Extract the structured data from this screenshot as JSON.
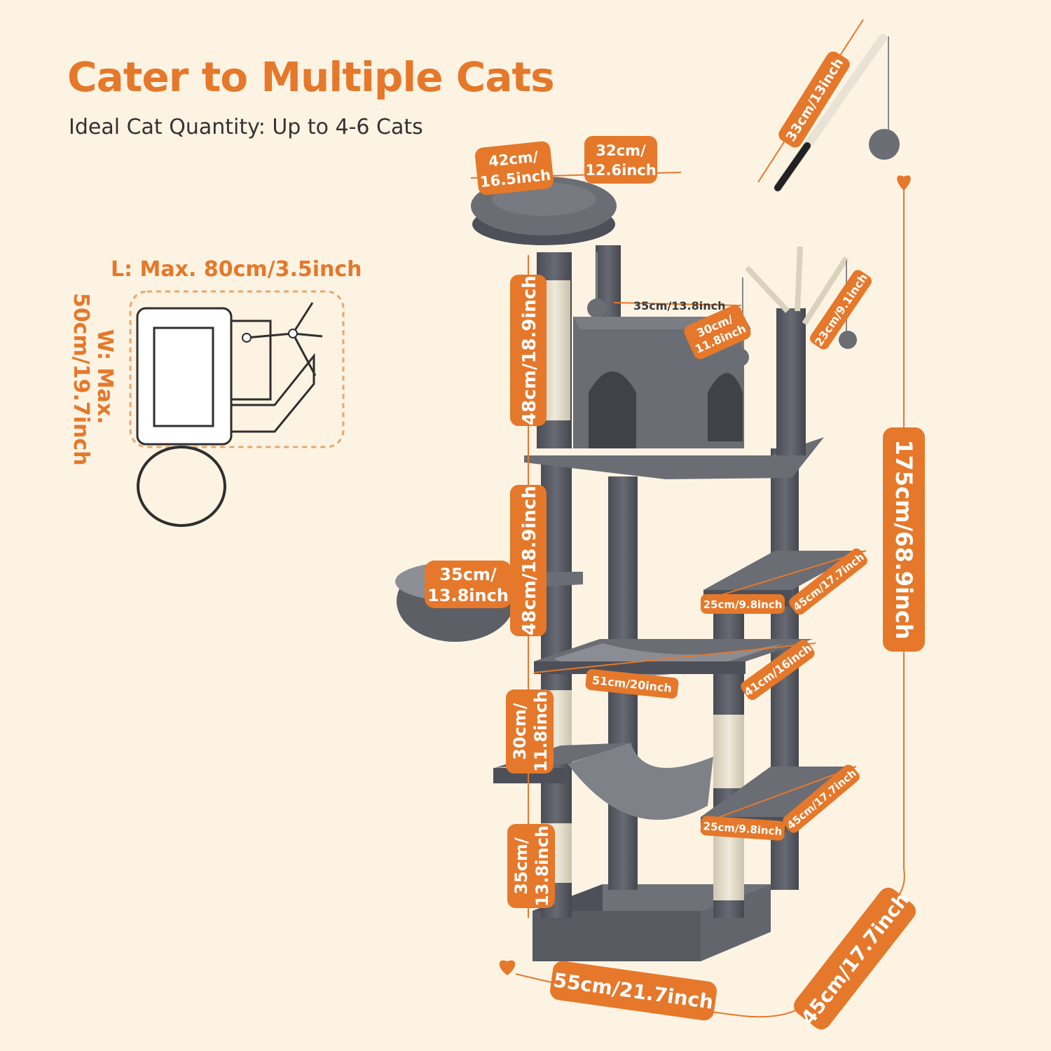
{
  "heading": {
    "title": "Cater to Multiple Cats",
    "subtitle": "Ideal Cat Quantity: Up to 4-6 Cats"
  },
  "floor_plan": {
    "length_label": "L: Max. 80cm/3.5inch",
    "width_label_1": "W: Max.",
    "width_label_2": "50cm/19.7inch"
  },
  "dimensions": {
    "perch_outer_1": "42cm/",
    "perch_outer_2": "16.5inch",
    "perch_inner_1": "32cm/",
    "perch_inner_2": "12.6inch",
    "toy_stick": "33cm/13inch",
    "top_post_1": "48cm/18.9inch",
    "condo_width": "35cm/13.8inch",
    "condo_depth_1": "30cm/",
    "condo_depth_2": "11.8inch",
    "sisal_branch": "23cm/9.1inch",
    "total_height": "175cm/68.9inch",
    "mid_post": "48cm/18.9inch",
    "basket_1": "35cm/",
    "basket_2": "13.8inch",
    "upper_step_width": "25cm/9.8inch",
    "upper_step_length": "45cm/17.7inch",
    "hammock_width": "51cm/20inch",
    "hammock_depth": "41cm/16inch",
    "lower_post_1": "30cm/",
    "lower_post_2": "11.8inch",
    "lower_step_width": "25cm/9.8inch",
    "lower_step_length": "45cm/17.7inch",
    "base_post_1": "35cm/",
    "base_post_2": "13.8inch",
    "base_width": "55cm/21.7inch",
    "base_depth": "45cm/17.7inch"
  },
  "colors": {
    "accent": "#e5782a",
    "background": "#fdf3e3",
    "plush_gray": "#5b5e66",
    "sisal": "#e8e1cf"
  }
}
